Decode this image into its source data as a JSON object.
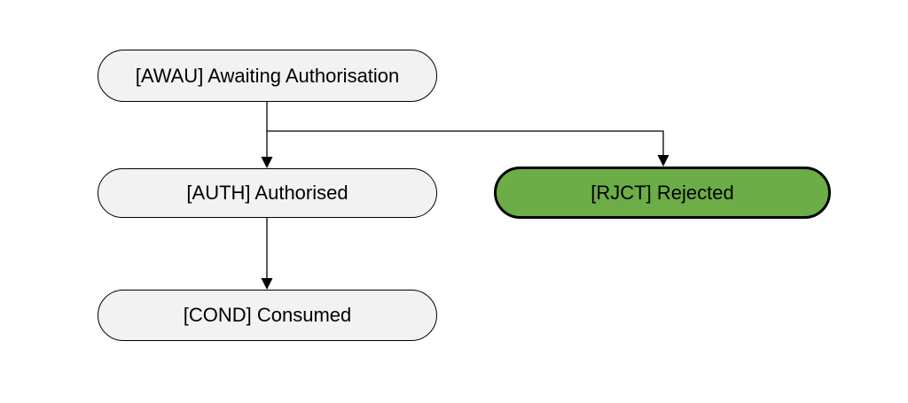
{
  "diagram": {
    "type": "state-flow",
    "background": "#ffffff",
    "nodes": {
      "awau": {
        "label": "[AWAU] Awaiting Authorisation",
        "fill": "#f2f2f2",
        "stroke": "#000000"
      },
      "auth": {
        "label": "[AUTH] Authorised",
        "fill": "#f2f2f2",
        "stroke": "#000000"
      },
      "rjct": {
        "label": "[RJCT] Rejected",
        "fill": "#6cad47",
        "stroke": "#000000"
      },
      "cond": {
        "label": "[COND] Consumed",
        "fill": "#f2f2f2",
        "stroke": "#000000"
      }
    },
    "edges": [
      {
        "from": "[AWAU] Awaiting Authorisation",
        "to": "[AUTH] Authorised"
      },
      {
        "from": "[AWAU] Awaiting Authorisation",
        "to": "[RJCT] Rejected"
      },
      {
        "from": "[AUTH] Authorised",
        "to": "[COND] Consumed"
      }
    ],
    "colors": {
      "default_node_fill": "#f2f2f2",
      "rejected_node_fill": "#6cad47",
      "stroke": "#000000"
    }
  }
}
